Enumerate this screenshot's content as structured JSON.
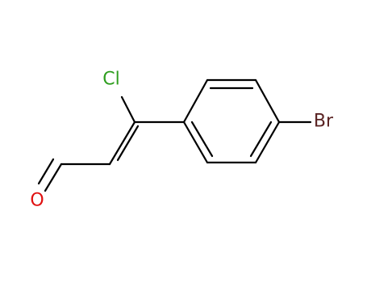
{
  "molecule": {
    "atoms": {
      "chlorine": {
        "symbol": "Cl",
        "color": "#2f9e1f"
      },
      "bromine": {
        "symbol": "Br",
        "color": "#5a2323"
      },
      "oxygen": {
        "symbol": "O",
        "color": "#e01010"
      }
    },
    "bond_color": "#000000"
  }
}
